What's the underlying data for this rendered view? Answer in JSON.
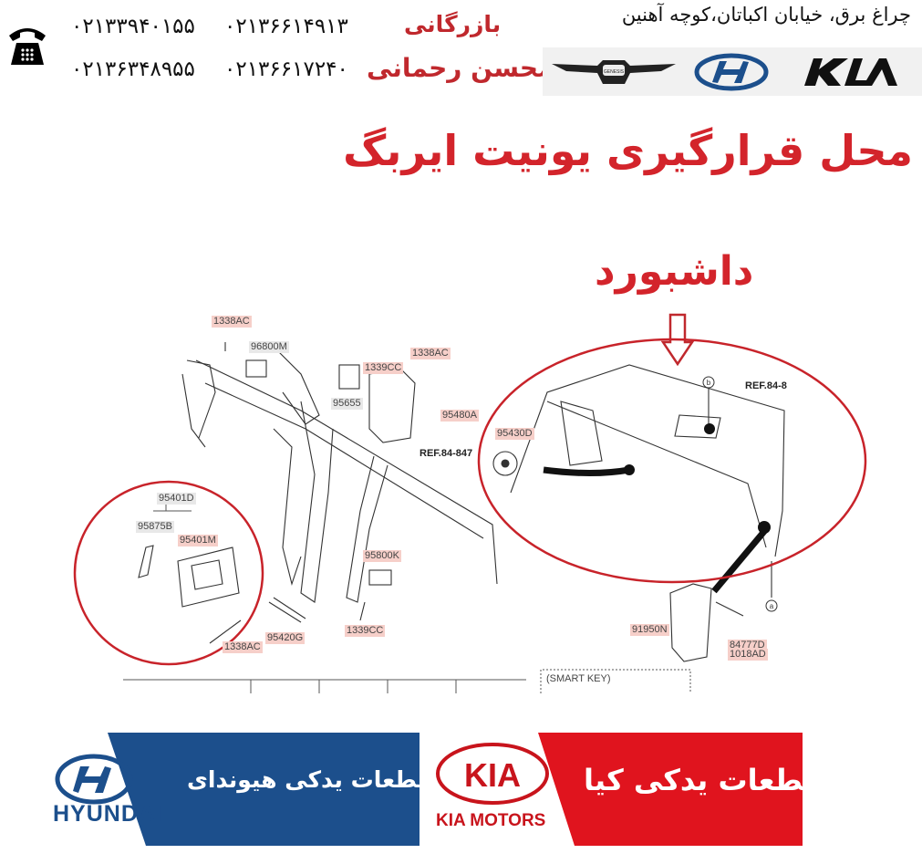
{
  "header": {
    "phones": [
      "۰۲۱۳۳۹۴۰۱۵۵",
      "۰۲۱۳۶۶۱۴۹۱۳",
      "۰۲۱۳۶۳۴۸۹۵۵",
      "۰۲۱۳۶۶۱۷۲۴۰"
    ],
    "business_label": "بازرگانی",
    "owner_name": "محسن رحمانی",
    "address": "چراغ برق، خیابان اکباتان،کوچه آهنین",
    "brand_logos": [
      "GENESIS",
      "HYUNDAI",
      "KIA"
    ],
    "icon": "telephone-icon"
  },
  "main": {
    "title": "محل قرارگیری یونیت ایربگ",
    "subtitle": "داشبورد",
    "highlight_color": "#d3242b"
  },
  "diagram": {
    "labels": [
      "1338AC",
      "96800M",
      "1339CC",
      "1338AC",
      "95655",
      "95480A",
      "REF.84-847",
      "95401D",
      "95875B",
      "95401M",
      "95800K",
      "1339CC",
      "95420G",
      "1338AC",
      "95430D",
      "REF.84-8",
      "91950N",
      "84777D",
      "1018AD",
      "(SMART KEY)"
    ],
    "markers": [
      "b",
      "a"
    ]
  },
  "footer": {
    "hyundai_logo_text": "HYUNDAI",
    "hyundai_banner": "قطعات یدکی هیوندای",
    "kia_logo_text": "KIA",
    "kia_motors_text": "KIA MOTORS",
    "kia_banner": "قطعات یدکی کیا",
    "hyundai_color": "#1c4f8c",
    "kia_color": "#e0141e"
  }
}
